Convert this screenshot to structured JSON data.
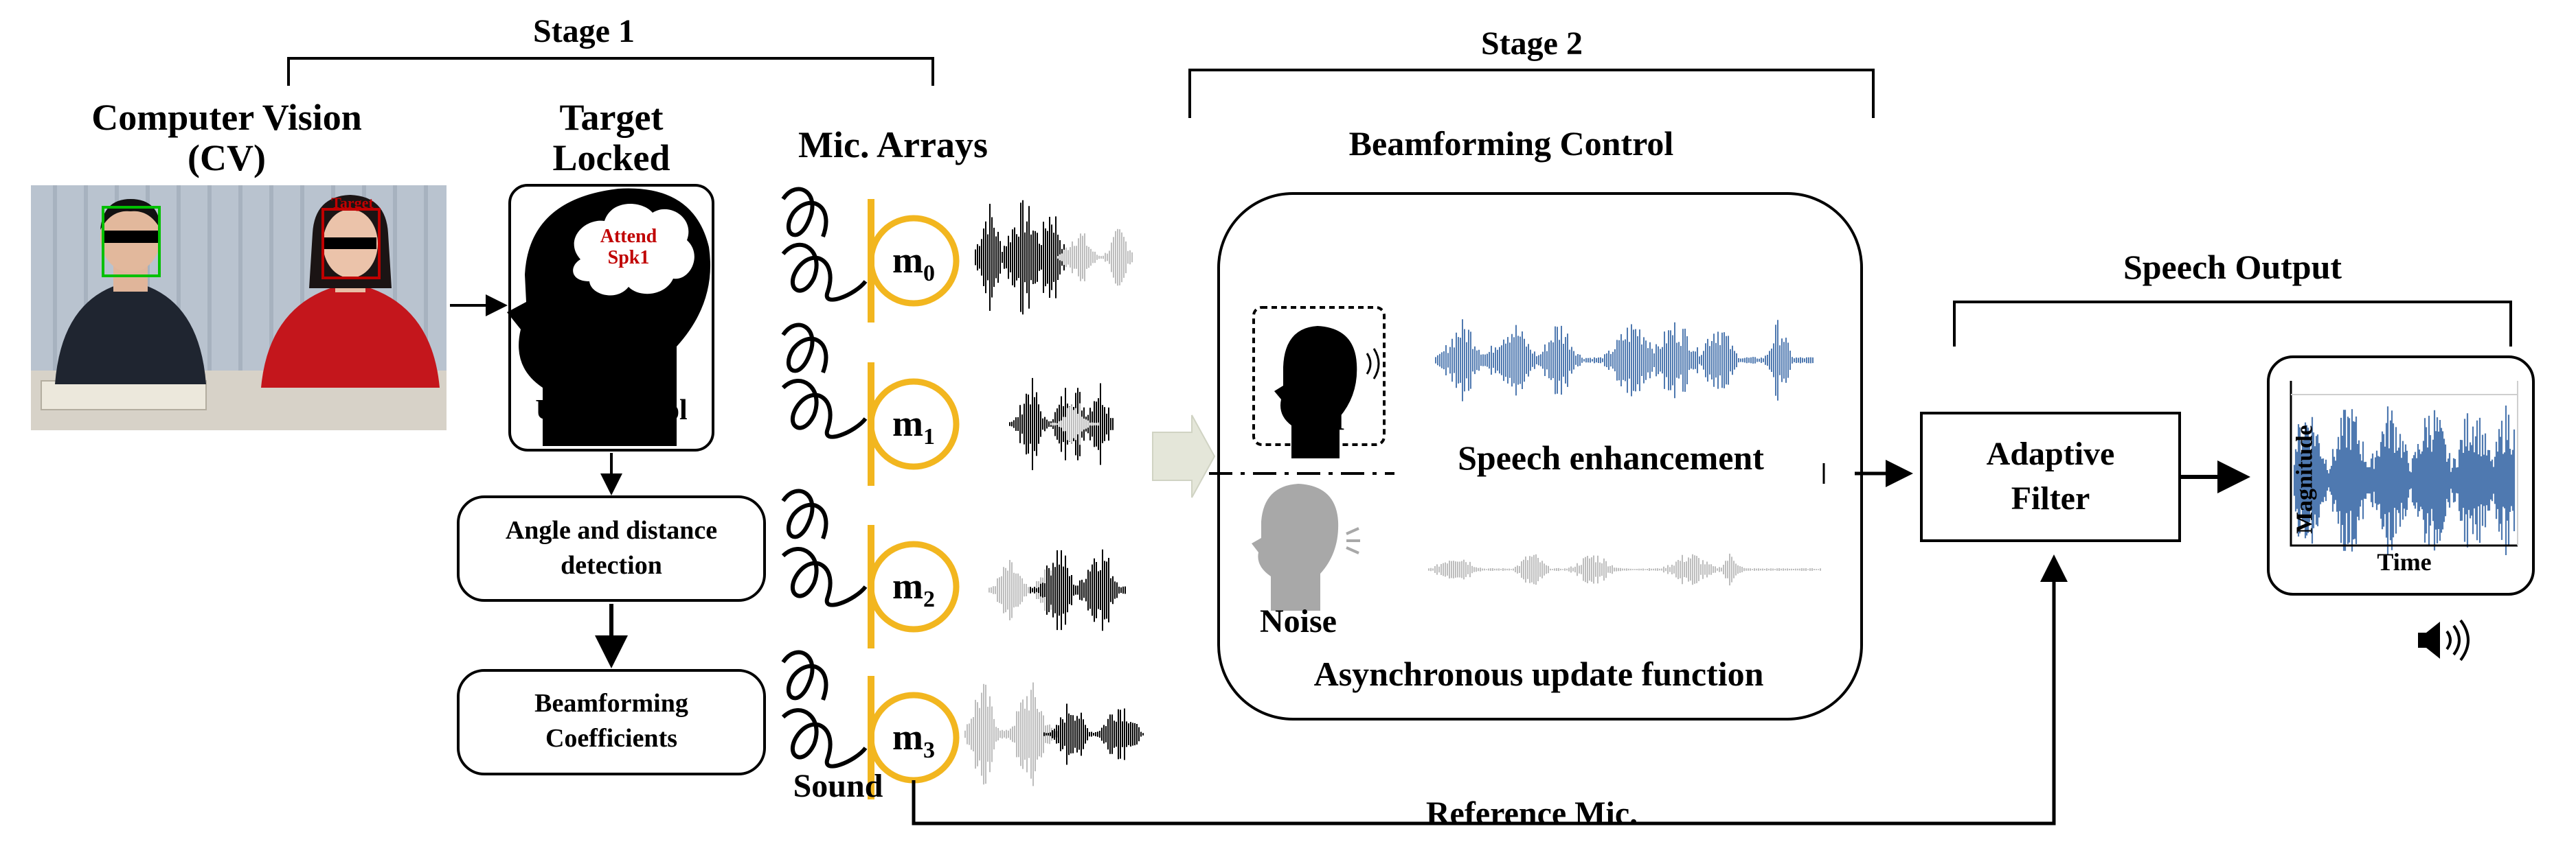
{
  "stage1": {
    "title": "Stage 1"
  },
  "stage2": {
    "title": "Stage 2"
  },
  "cv": {
    "title_line1": "Computer Vision",
    "title_line2": "(CV)",
    "target_tag": "Target"
  },
  "target_locked": {
    "title_line1": "Target",
    "title_line2": "Locked",
    "brain_line1": "Attend",
    "brain_line2": "Spk1",
    "user_control": "User control"
  },
  "angle_box": {
    "line1": "Angle and distance",
    "line2": "detection"
  },
  "coeff_box": {
    "line1": "Beamforming",
    "line2": "Coefficients"
  },
  "mic_arrays": {
    "title": "Mic. Arrays",
    "mics": [
      {
        "base": "m",
        "sub": "0"
      },
      {
        "base": "m",
        "sub": "1"
      },
      {
        "base": "m",
        "sub": "2"
      },
      {
        "base": "m",
        "sub": "3"
      }
    ],
    "sound_label": "Sound"
  },
  "beamforming": {
    "title": "Beamforming Control",
    "soi_label": "SOI",
    "speech_enhancement": "Speech enhancement",
    "noise_label": "Noise",
    "async_update": "Asynchronous update function"
  },
  "adaptive_filter": {
    "line1": "Adaptive",
    "line2": "Filter"
  },
  "speech_output": {
    "title": "Speech Output",
    "ylabel": "Magnitude",
    "xlabel": "Time"
  },
  "reference_mic": "Reference Mic.",
  "colors": {
    "mic_yellow": "#f2b61f",
    "wave_blue": "#4f79b0",
    "wave_gray": "#bdbdbd",
    "target_red": "#c00000",
    "face_box_green": "#00c000",
    "big_arrow": "#e4e6d9"
  }
}
